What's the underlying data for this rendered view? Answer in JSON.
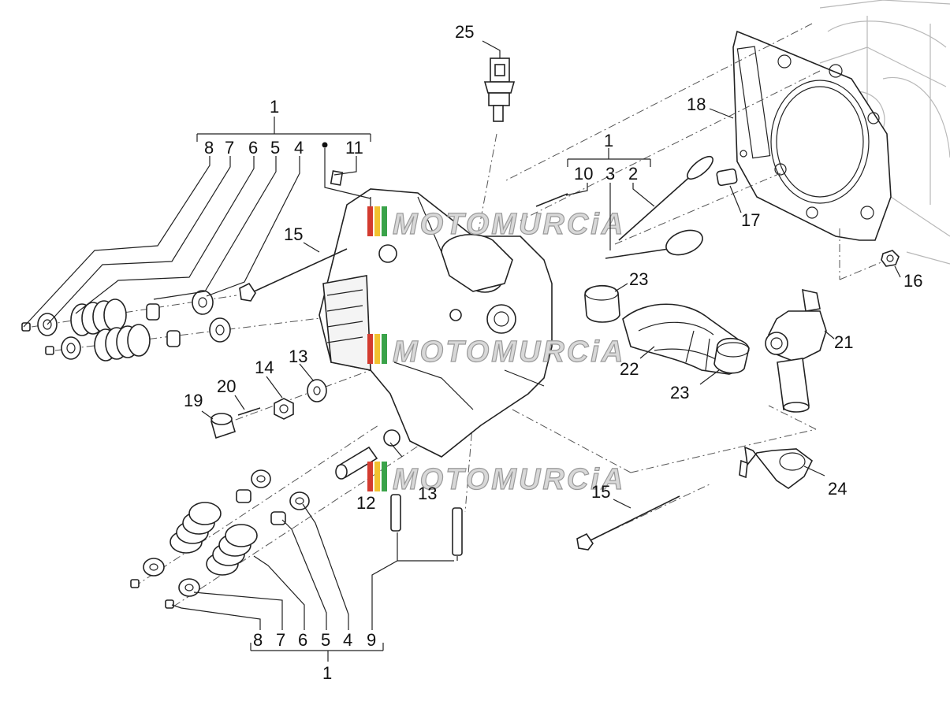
{
  "watermark": {
    "text": "MOTOMURCiA",
    "stripe_colors": [
      "#d33b2f",
      "#f2c230",
      "#3aa34a"
    ]
  },
  "labels": {
    "l1_top_left": "1",
    "l8_a": "8",
    "l7_a": "7",
    "l6_a": "6",
    "l5_a": "5",
    "l4_a": "4",
    "l11": "11",
    "l15_a": "15",
    "l14": "14",
    "l13_a": "13",
    "l20": "20",
    "l19": "19",
    "l25": "25",
    "l1_mid": "1",
    "l10": "10",
    "l3": "3",
    "l2": "2",
    "l18": "18",
    "l17": "17",
    "l16": "16",
    "l23_a": "23",
    "l22": "22",
    "l23_b": "23",
    "l21": "21",
    "l24": "24",
    "l15_b": "15",
    "l12": "12",
    "l13_b": "13",
    "l8_b": "8",
    "l7_b": "7",
    "l6_b": "6",
    "l5_b": "5",
    "l4_b": "4",
    "l9": "9",
    "l1_bottom": "1"
  }
}
